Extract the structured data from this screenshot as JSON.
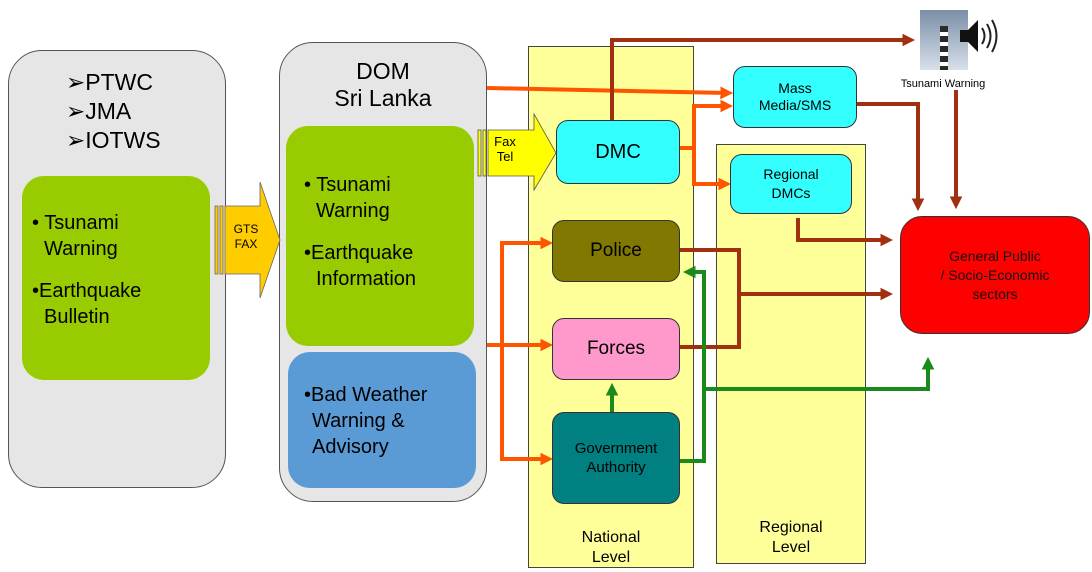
{
  "sources": {
    "items": [
      "➢PTWC",
      "➢JMA",
      "➢IOTWS"
    ]
  },
  "source_box": {
    "line1": "• Tsunami",
    "line2": "Warning",
    "line3": "•Earthquake",
    "line4": "Bulletin"
  },
  "gts_arrow": {
    "line1": "GTS",
    "line2": "FAX"
  },
  "dom": {
    "title1": "DOM",
    "title2": "Sri Lanka"
  },
  "dom_green": {
    "line1": "• Tsunami",
    "line2": "Warning",
    "line3": "•Earthquake",
    "line4": "Information"
  },
  "dom_blue": {
    "line1": "•Bad Weather",
    "line2": "Warning &",
    "line3": "Advisory"
  },
  "fax_arrow": {
    "line1": "Fax",
    "line2": "Tel"
  },
  "national": {
    "line1": "National",
    "line2": "Level"
  },
  "regional_level": {
    "line1": "Regional",
    "line2": "Level"
  },
  "nodes": {
    "dmc": "DMC",
    "police": "Police",
    "forces": "Forces",
    "gov1": "Government",
    "gov2": "Authority",
    "mass1": "Mass",
    "mass2": "Media/SMS",
    "reg1": "Regional",
    "reg2": "DMCs",
    "public1": "General Public",
    "public2": "/ Socio-Economic",
    "public3": "sectors"
  },
  "siren": {
    "label": "Tsunami Warning",
    "icon": "siren-tower-icon"
  },
  "colors": {
    "orange_arrow": "#ff5500",
    "red_arrow": "#a0300f",
    "green_arrow": "#1a8a1a",
    "dmc": "#33ffff",
    "police": "#807800",
    "forces": "#ff99cc",
    "gov": "#008080",
    "public": "#ff0000"
  }
}
